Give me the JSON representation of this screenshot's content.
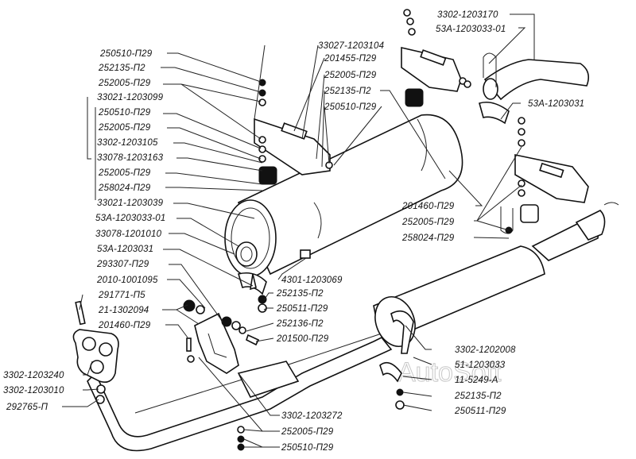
{
  "diagram": {
    "title": "Exhaust system parts diagram",
    "watermark": "AutoSoft",
    "labels": {
      "l_250510_p29_a": "250510-П29",
      "l_252135_p2_a": "252135-П2",
      "l_252005_p29_a": "252005-П29",
      "l_33021_1203099": "33021-1203099",
      "l_250510_p29_b": "250510-П29",
      "l_252005_p29_b": "252005-П29",
      "l_3302_1203105": "3302-1203105",
      "l_33078_1203163": "33078-1203163",
      "l_252005_p29_c": "252005-П29",
      "l_258024_p29_a": "258024-П29",
      "l_33021_1203039": "33021-1203039",
      "l_53a_1203033_01_a": "53А-1203033-01",
      "l_33078_1201010": "33078-1201010",
      "l_53a_1203031_a": "53А-1203031",
      "l_293307_p29": "293307-П29",
      "l_2010_1001095": "2010-1001095",
      "l_291771_p5": "291771-П5",
      "l_21_1302094": "21-1302094",
      "l_201460_p29_a": "201460-П29",
      "l_3302_1203240": "3302-1203240",
      "l_3302_1203010": "3302-1203010",
      "l_292765_p": "292765-П",
      "l_33027_1203104": "33027-1203104",
      "l_201455_p29": "201455-П29",
      "l_252005_p29_d": "252005-П29",
      "l_252135_p2_b": "252135-П2",
      "l_250510_p29_c": "250510-П29",
      "l_3302_1203170": "3302-1203170",
      "l_53a_1203033_01_b": "53А-1203033-01",
      "l_53a_1203031_b": "53А-1203031",
      "l_201460_p29_b": "201460-П29",
      "l_252005_p29_e": "252005-П29",
      "l_258024_p29_b": "258024-П29",
      "l_4301_1203069": "4301-1203069",
      "l_252135_p2_c": "252135-П2",
      "l_250511_p29_a": "250511-П29",
      "l_252136_p2": "252136-П2",
      "l_201500_p29": "201500-П29",
      "l_3302_1202008": "3302-1202008",
      "l_51_1203033": "51-1203033",
      "l_11_5249_a": "11-5249-А",
      "l_252135_p2_d": "252135-П2",
      "l_250511_p29_b": "250511-П29",
      "l_3302_1203272": "3302-1203272",
      "l_252005_p29_f": "252005-П29",
      "l_250510_p29_d": "250510-П29"
    }
  }
}
